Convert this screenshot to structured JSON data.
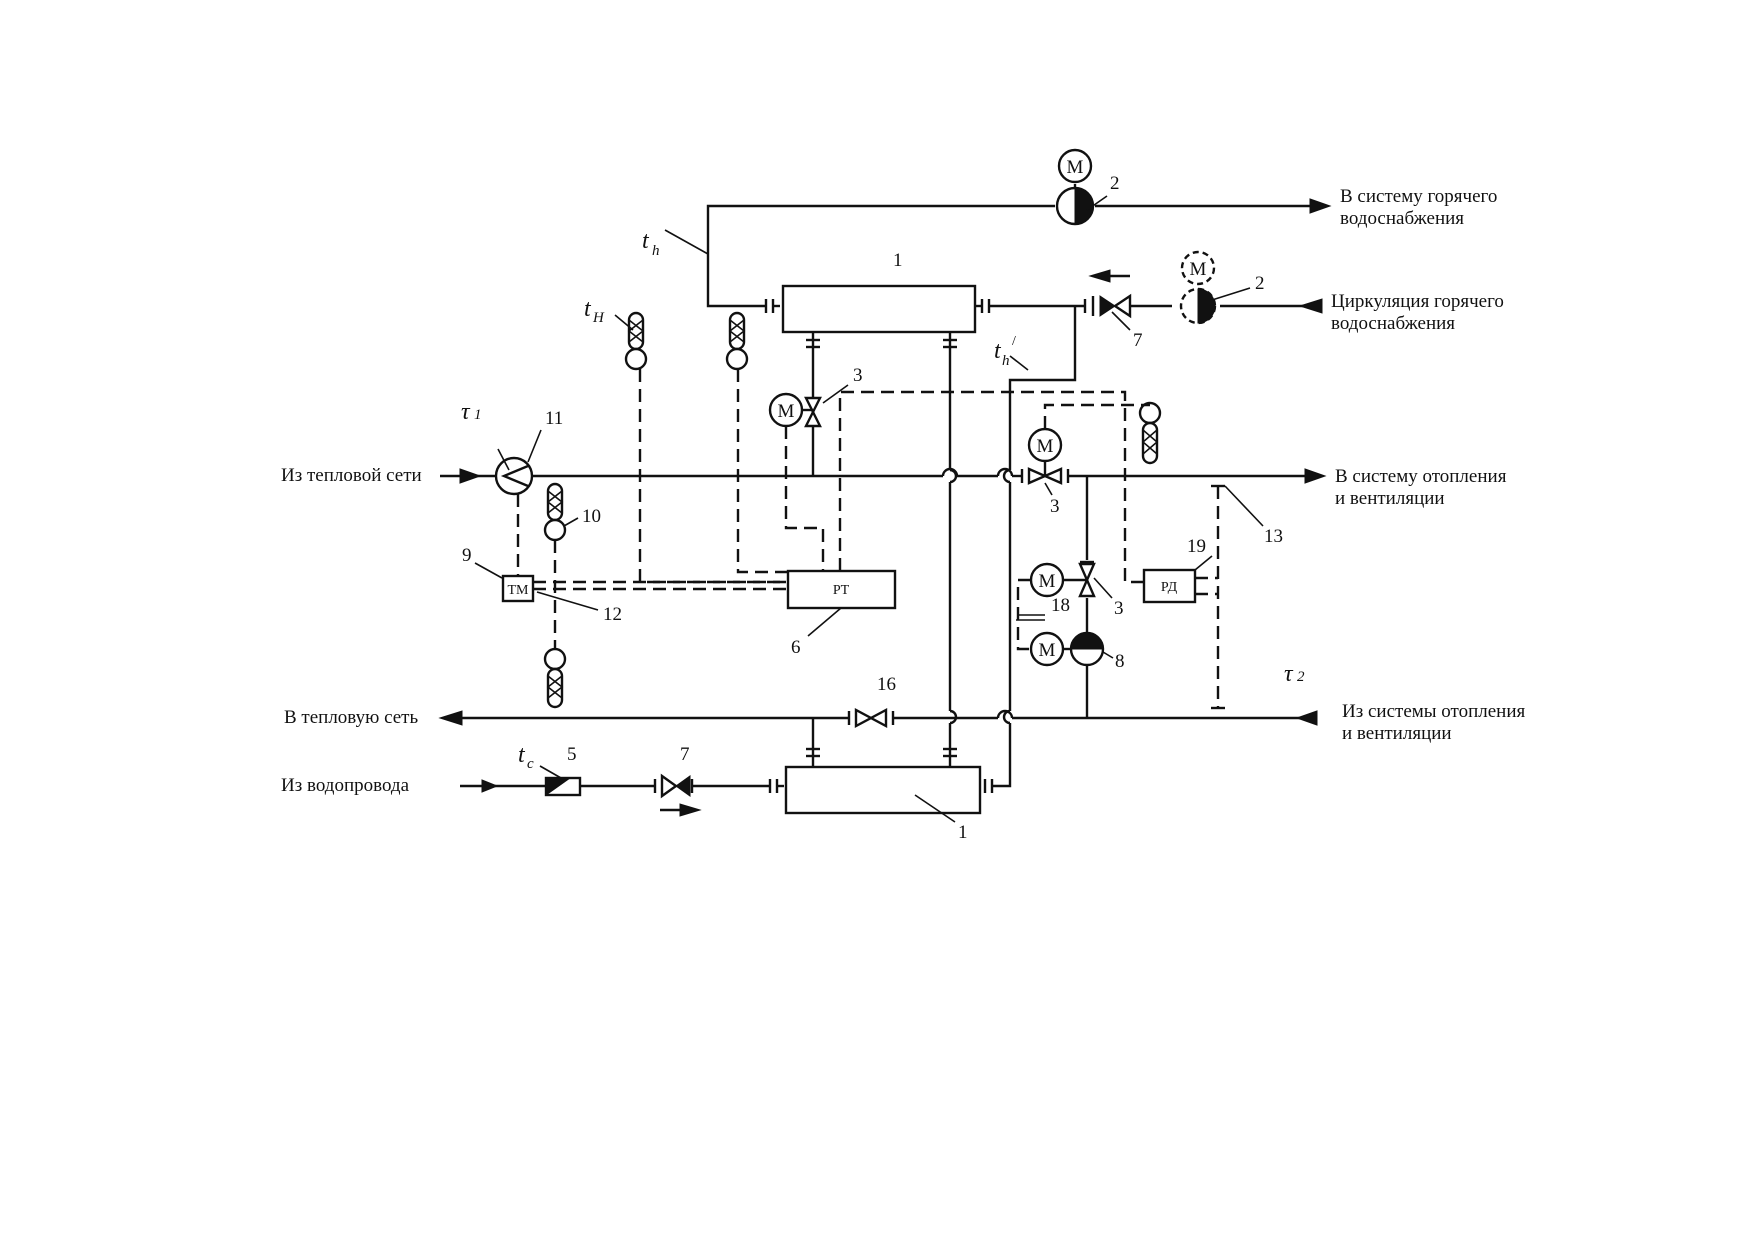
{
  "labels": {
    "hot_water_out_1": "В систему горячего",
    "hot_water_out_2": "водоснабжения",
    "circulation_1": "Циркуляция горячего",
    "circulation_2": "водоснабжения",
    "from_network": "Из тепловой сети",
    "to_heating_1": "В систему отопления",
    "to_heating_2": "и вентиляции",
    "to_network": "В тепловую сеть",
    "from_heating_1": "Из системы отопления",
    "from_heating_2": "и вентиляции",
    "from_water_main": "Из водопровода"
  },
  "symbols": {
    "th": "t",
    "th_sub": "h",
    "tH": "t",
    "tH_sub": "H",
    "th_prime": "t",
    "th_prime_sub": "h",
    "th_prime_sup": "/",
    "tc": "t",
    "tc_sub": "c",
    "tau": "τ",
    "tau1_sub": "1",
    "tau2_sub": "2"
  },
  "device_text": {
    "motor": "M",
    "tm": "TM",
    "pt": "PT",
    "rd": "РД"
  },
  "numbers": {
    "n1_top": "1",
    "n1_bottom": "1",
    "n2_top": "2",
    "n2_right": "2",
    "n3_top": "3",
    "n3_mid": "3",
    "n3_right": "3",
    "n5": "5",
    "n6": "6",
    "n7_top": "7",
    "n7_bottom": "7",
    "n8": "8",
    "n9": "9",
    "n10": "10",
    "n11": "11",
    "n12": "12",
    "n13": "13",
    "n16": "16",
    "n18": "18",
    "n19": "19"
  }
}
